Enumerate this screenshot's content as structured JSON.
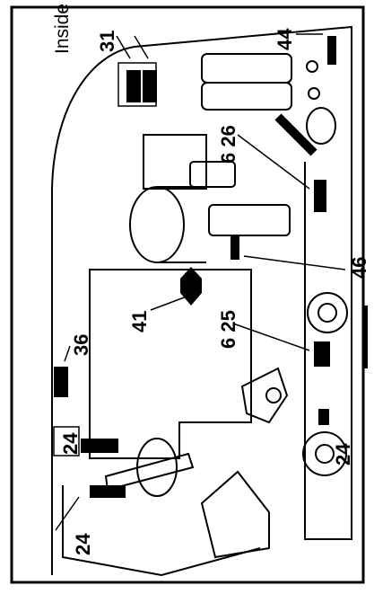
{
  "title": "Inside Eng",
  "callouts": {
    "c31": "31",
    "c44": "44",
    "c626": "6 26",
    "c41": "41",
    "c46": "46",
    "c36": "36",
    "c625": "6 25",
    "c24_top": "24",
    "c24_left": "24",
    "c24_right": "24"
  },
  "colors": {
    "ink": "#000000",
    "paper": "#ffffff"
  }
}
